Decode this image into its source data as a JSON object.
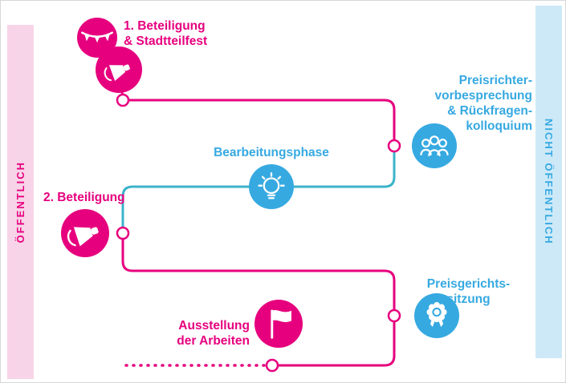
{
  "colors": {
    "pink": "#e6007e",
    "blue": "#36a9e1",
    "teal": "#3bb3c9",
    "pink_bar": "#f8d4e8",
    "blue_bar": "#cde9f8"
  },
  "left_bar": {
    "label": "ÖFFENTLICH"
  },
  "right_bar": {
    "label": "NICHT ÖFFENTLICH"
  },
  "steps": {
    "beteiligung1": {
      "label": "1. Beteiligung\n& Stadtteilfest"
    },
    "preisrichter": {
      "label": "Preisrichter-\nvorbesprechung\n& Rückfragen-\nkolloquium"
    },
    "bearbeitungsphase": {
      "label": "Bearbeitungsphase"
    },
    "beteiligung2": {
      "label": "2. Beteiligung"
    },
    "preisgericht": {
      "label": "Preisgerichts-\nsitzung"
    },
    "ausstellung": {
      "label": "Ausstellung\nder Arbeiten"
    }
  },
  "icons": {
    "beteiligung1": [
      "garland-icon",
      "megaphone-icon"
    ],
    "preisrichter": "people-icon",
    "bearbeitungsphase": "lightbulb-icon",
    "beteiligung2": "megaphone-icon",
    "preisgericht": "award-rosette-icon",
    "ausstellung": "flag-icon"
  }
}
